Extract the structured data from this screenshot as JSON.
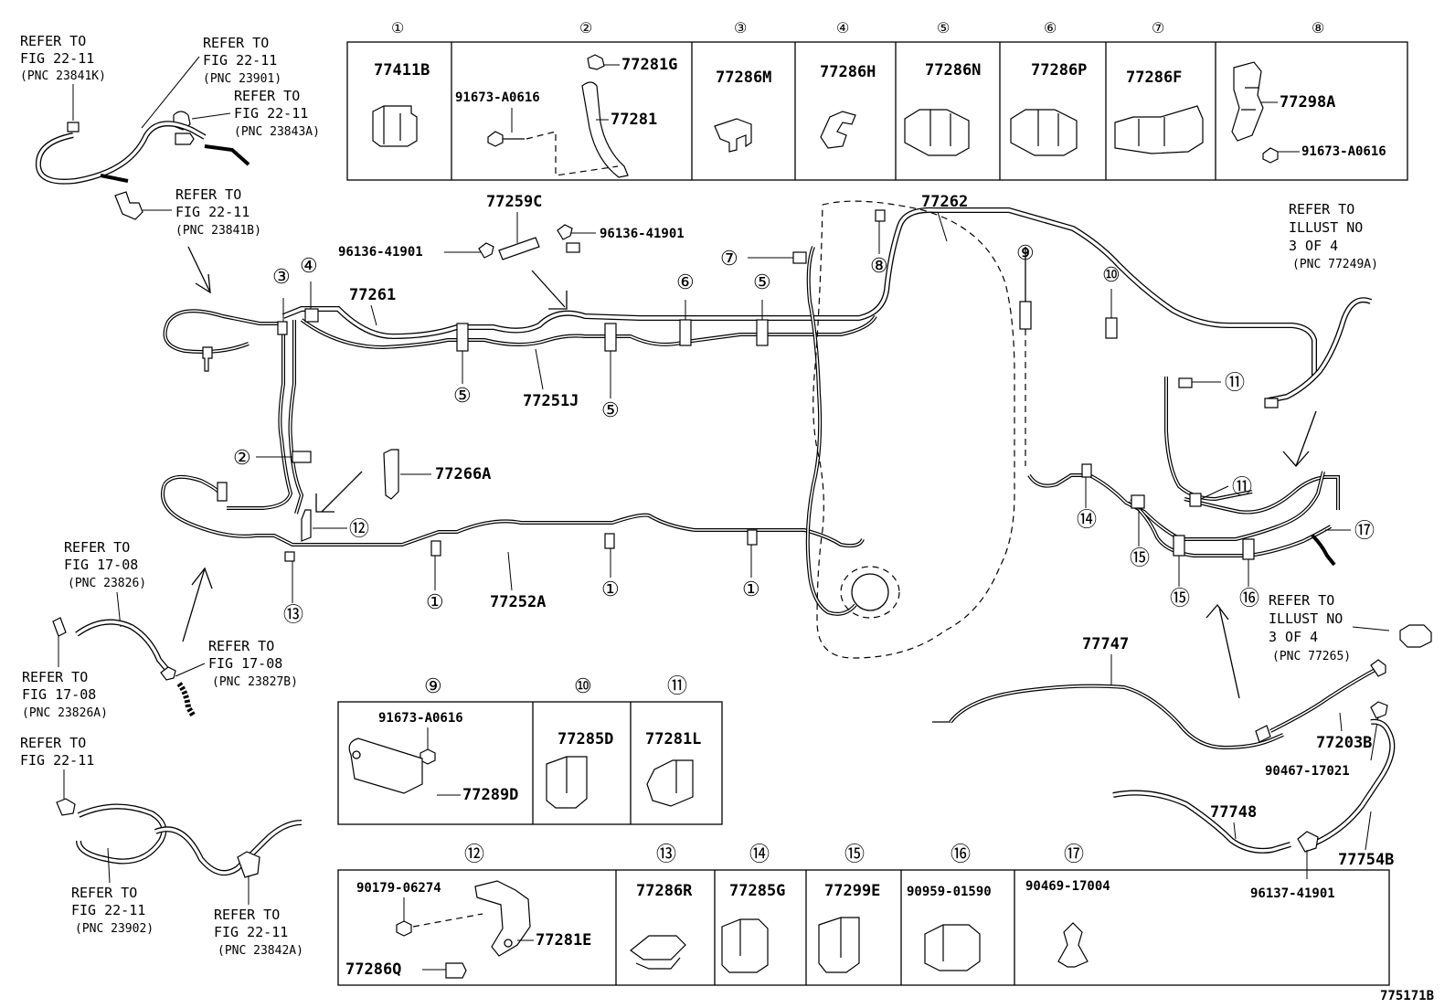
{
  "top_box": {
    "numbers": [
      "①",
      "②",
      "③",
      "④",
      "⑤",
      "⑥",
      "⑦",
      "⑧"
    ],
    "c1": "77411B",
    "c2_a": "77281G",
    "c2_b": "91673-A0616",
    "c2_c": "77281",
    "c3": "77286M",
    "c4": "77286H",
    "c5": "77286N",
    "c6": "77286P",
    "c7": "77286F",
    "c8_a": "77298A",
    "c8_b": "91673-A0616"
  },
  "mid_box": {
    "numbers": [
      "⑨",
      "⑩",
      "⑪"
    ],
    "c9_a": "91673-A0616",
    "c9_b": "77289D",
    "c10": "77285D",
    "c11": "77281L"
  },
  "bottom_box": {
    "numbers": [
      "⑫",
      "⑬",
      "⑭",
      "⑮",
      "⑯",
      "⑰"
    ],
    "c12_a": "90179-06274",
    "c12_b": "77281E",
    "c12_c": "77286Q",
    "c13": "77286R",
    "c14": "77285G",
    "c15": "77299E",
    "c16": "90959-01590",
    "c17": "90469-17004"
  },
  "refs": {
    "r1": [
      "REFER TO",
      "FIG 22-11",
      "(PNC 23841K)"
    ],
    "r2": [
      "REFER TO",
      "FIG 22-11",
      "(PNC 23901)"
    ],
    "r3": [
      "REFER TO",
      "FIG 22-11",
      "(PNC 23843A)"
    ],
    "r4": [
      "REFER TO",
      "FIG 22-11",
      "(PNC 23841B)"
    ],
    "r5": [
      "REFER TO",
      "ILLUST NO",
      "3 OF 4",
      "(PNC 77249A)"
    ],
    "r6": [
      "REFER TO",
      "FIG 17-08",
      "(PNC 23826)"
    ],
    "r7": [
      "REFER TO",
      "FIG 17-08",
      "(PNC 23827B)"
    ],
    "r8": [
      "REFER TO",
      "FIG 17-08",
      "(PNC 23826A)"
    ],
    "r9": [
      "REFER TO",
      "FIG 22-11"
    ],
    "r10": [
      "REFER TO",
      "FIG 22-11",
      "(PNC 23902)"
    ],
    "r11": [
      "REFER TO",
      "FIG 22-11",
      "(PNC 23842A)"
    ],
    "r12": [
      "REFER TO",
      "ILLUST NO",
      "3 OF 4",
      "(PNC 77265)"
    ]
  },
  "parts": {
    "p77259C": "77259C",
    "p96136a": "96136-41901",
    "p96136b": "96136-41901",
    "p77262": "77262",
    "p77261": "77261",
    "p77251J": "77251J",
    "p77266A": "77266A",
    "p77252A": "77252A",
    "p77747": "77747",
    "p77203B": "77203B",
    "p90467": "90467-17021",
    "p77748": "77748",
    "p77754B": "77754B",
    "p96137": "96137-41901"
  },
  "callouts": {
    "n1": "①",
    "n2": "②",
    "n3": "③",
    "n4": "④",
    "n5": "⑤",
    "n6": "⑥",
    "n7": "⑦",
    "n8": "⑧",
    "n9": "⑨",
    "n10": "⑩",
    "n11": "⑪",
    "n12": "⑫",
    "n13": "⑬",
    "n14": "⑭",
    "n15": "⑮",
    "n16": "⑯",
    "n17": "⑰"
  },
  "figure_id": "775171B"
}
